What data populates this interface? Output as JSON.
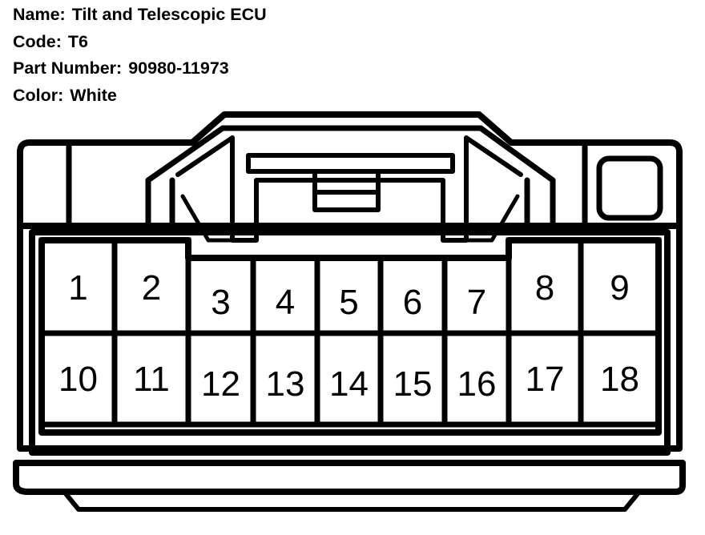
{
  "header": {
    "name_label": "Name:",
    "name_value": "Tilt and Telescopic ECU",
    "code_label": "Code:",
    "code_value": "T6",
    "part_label": "Part Number:",
    "part_value": "90980-11973",
    "color_label": "Color:",
    "color_value": "White"
  },
  "connector": {
    "pins_top": [
      "1",
      "2",
      "3",
      "4",
      "5",
      "6",
      "7",
      "8",
      "9"
    ],
    "pins_bottom": [
      "10",
      "11",
      "12",
      "13",
      "14",
      "15",
      "16",
      "17",
      "18"
    ]
  }
}
